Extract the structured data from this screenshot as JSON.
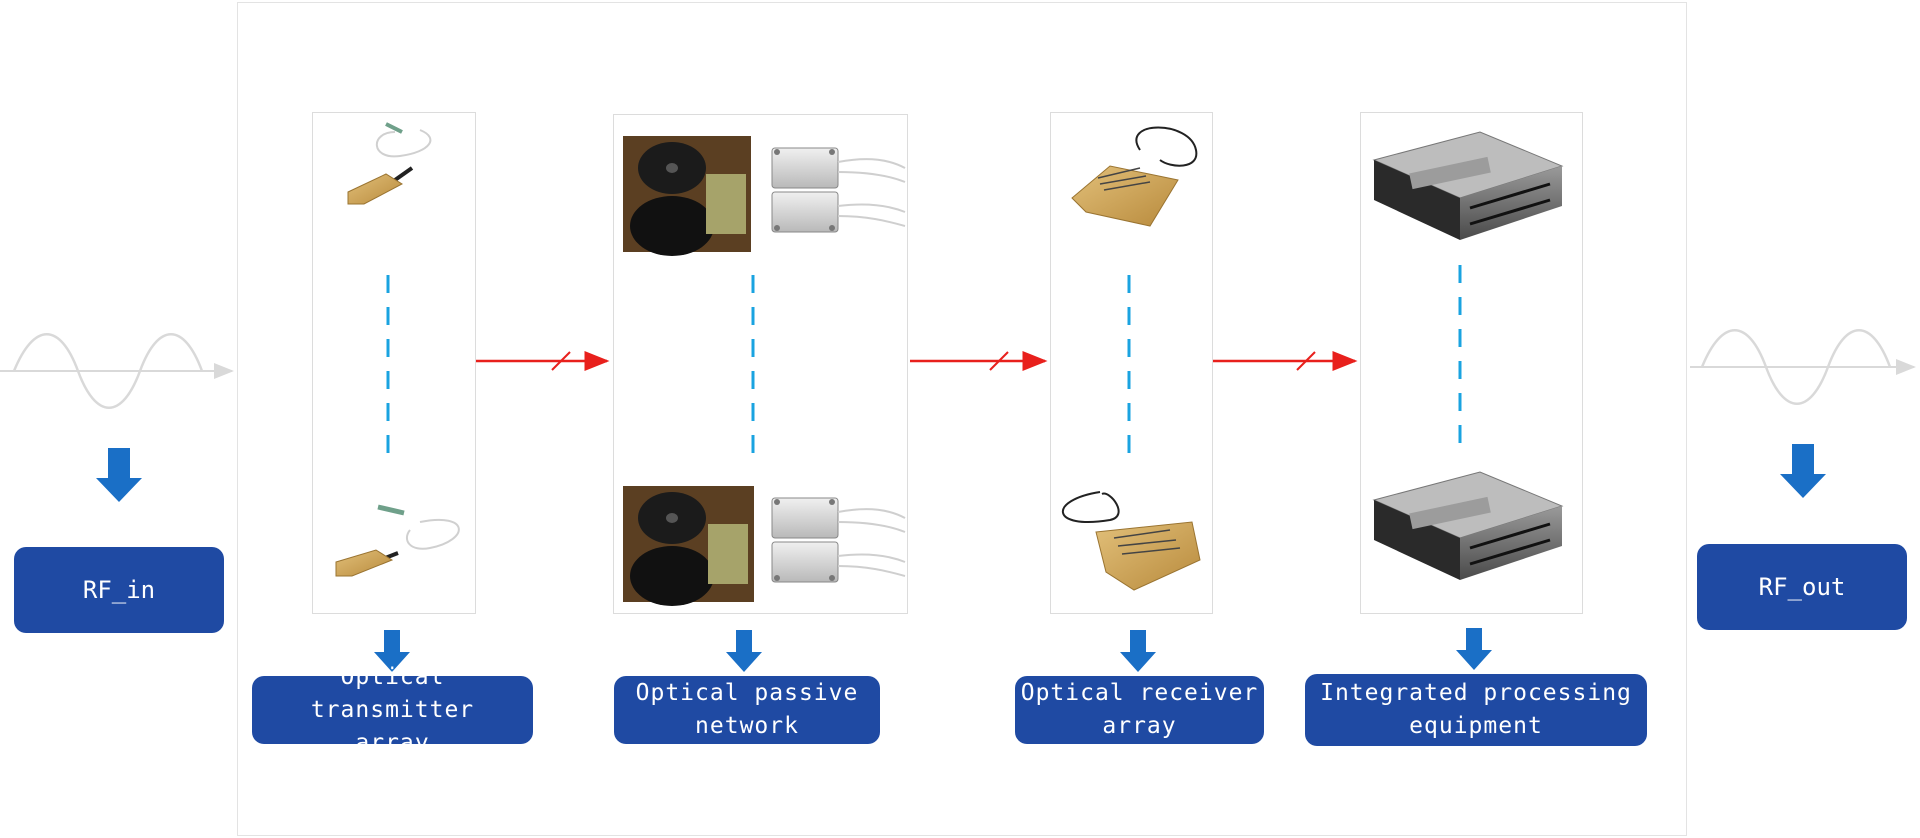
{
  "inputs": {
    "rf_in_label": "RF_in",
    "rf_out_label": "RF_out"
  },
  "stages": [
    {
      "line1": "Optical transmitter",
      "line2": "array"
    },
    {
      "line1": "Optical passive",
      "line2": "network"
    },
    {
      "line1": "Optical receiver",
      "line2": "array"
    },
    {
      "line1": "Integrated processing",
      "line2": "equipment"
    }
  ],
  "colors": {
    "label_fill": "#1f4aa3",
    "arrow_blue": "#1a6fc6",
    "signal_red": "#e8201c",
    "dashed_cyan": "#1aa3e0",
    "sine_gray": "#d9d9d9"
  }
}
